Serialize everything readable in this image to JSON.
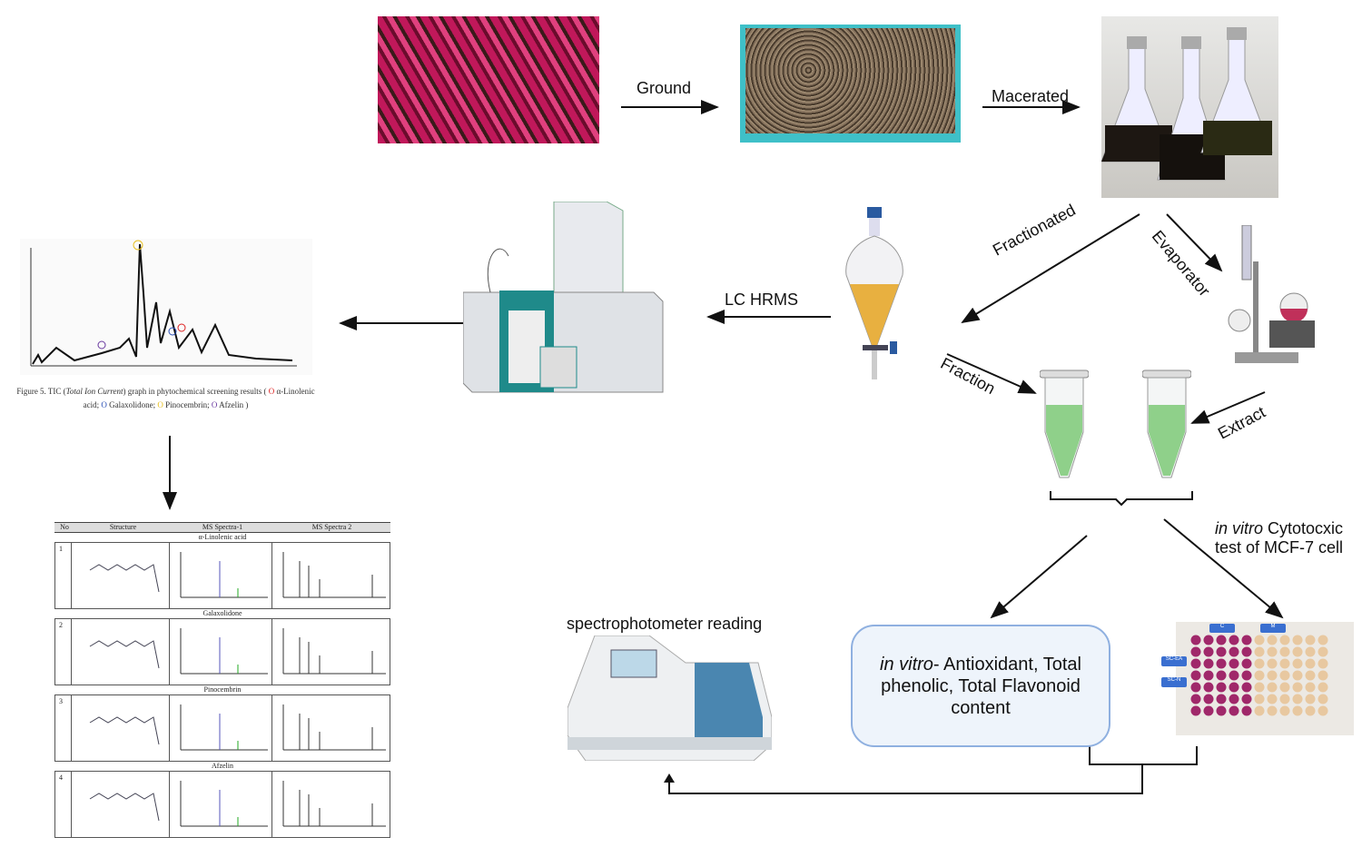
{
  "steps": {
    "ground": "Ground",
    "macerated": "Macerated",
    "fractionated": "Fractionated",
    "evaporator": "Evaporator",
    "lc_hrms": "LC HRMS",
    "fraction": "Fraction",
    "extract": "Extract",
    "spectro": "spectrophotometer reading",
    "cyto_italic": "in vitro",
    "cyto_rest": " Cytotocxic",
    "cyto_line2": "test of MCF-7 cell",
    "assay_italic": "in vitro",
    "assay_rest": "- Antioxidant, Total phenolic, Total Flavonoid content"
  },
  "tic_caption": {
    "prefix": "Figure 5. TIC (",
    "italic": "Total Ion Current",
    "middle": ") graph in phytochemical screening results (",
    "items": [
      "α-Linolenic acid;",
      "Galaxolidone;",
      "Pinocembrin;",
      "Afzelin )"
    ],
    "colors": [
      "#d22",
      "#2a4fb5",
      "#e8c020",
      "#6a3aa0"
    ]
  },
  "table": {
    "headers": [
      "No",
      "Structure",
      "MS Spectra-1",
      "MS Spectra 2"
    ],
    "rows": [
      {
        "no": "1",
        "name": "α-Linolenic acid"
      },
      {
        "no": "2",
        "name": "Galaxolidone"
      },
      {
        "no": "3",
        "name": "Pinocembrin"
      },
      {
        "no": "4",
        "name": "Afzelin"
      }
    ]
  },
  "plate": {
    "col_tags": [
      "C",
      "M"
    ],
    "row_tags": [
      "SC-EA",
      "SC-N"
    ]
  }
}
